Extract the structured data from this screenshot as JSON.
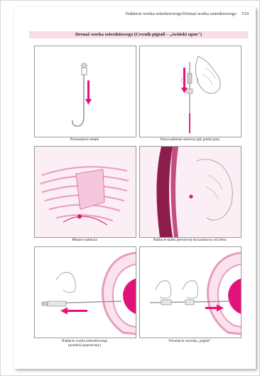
{
  "running_head": {
    "section": "Nakłucie worka osierdziowego/Drenaż worka osierdziowego",
    "page_number": "519"
  },
  "title": "Drenaż worka osierdziowego (Cewnik pigtail – „świński ogon\")",
  "figures": [
    {
      "caption": "Przesunięcie tulejki"
    },
    {
      "caption": "Wprowadzenie stalowej igły punkcyjnej"
    },
    {
      "caption": "Miejsce nakłucia"
    },
    {
      "caption": "Nakłucie klatki piersiowej doczaszkowo od żebra"
    },
    {
      "caption_line1": "Nakłucie worka osierdziowego",
      "caption_line2": "(przekrój poprzeczny)"
    },
    {
      "caption": "Wsunięcie cewnika „pigtail\""
    }
  ],
  "colors": {
    "accent": "#e3117a",
    "band": "#f8dce8",
    "line": "#808080"
  }
}
